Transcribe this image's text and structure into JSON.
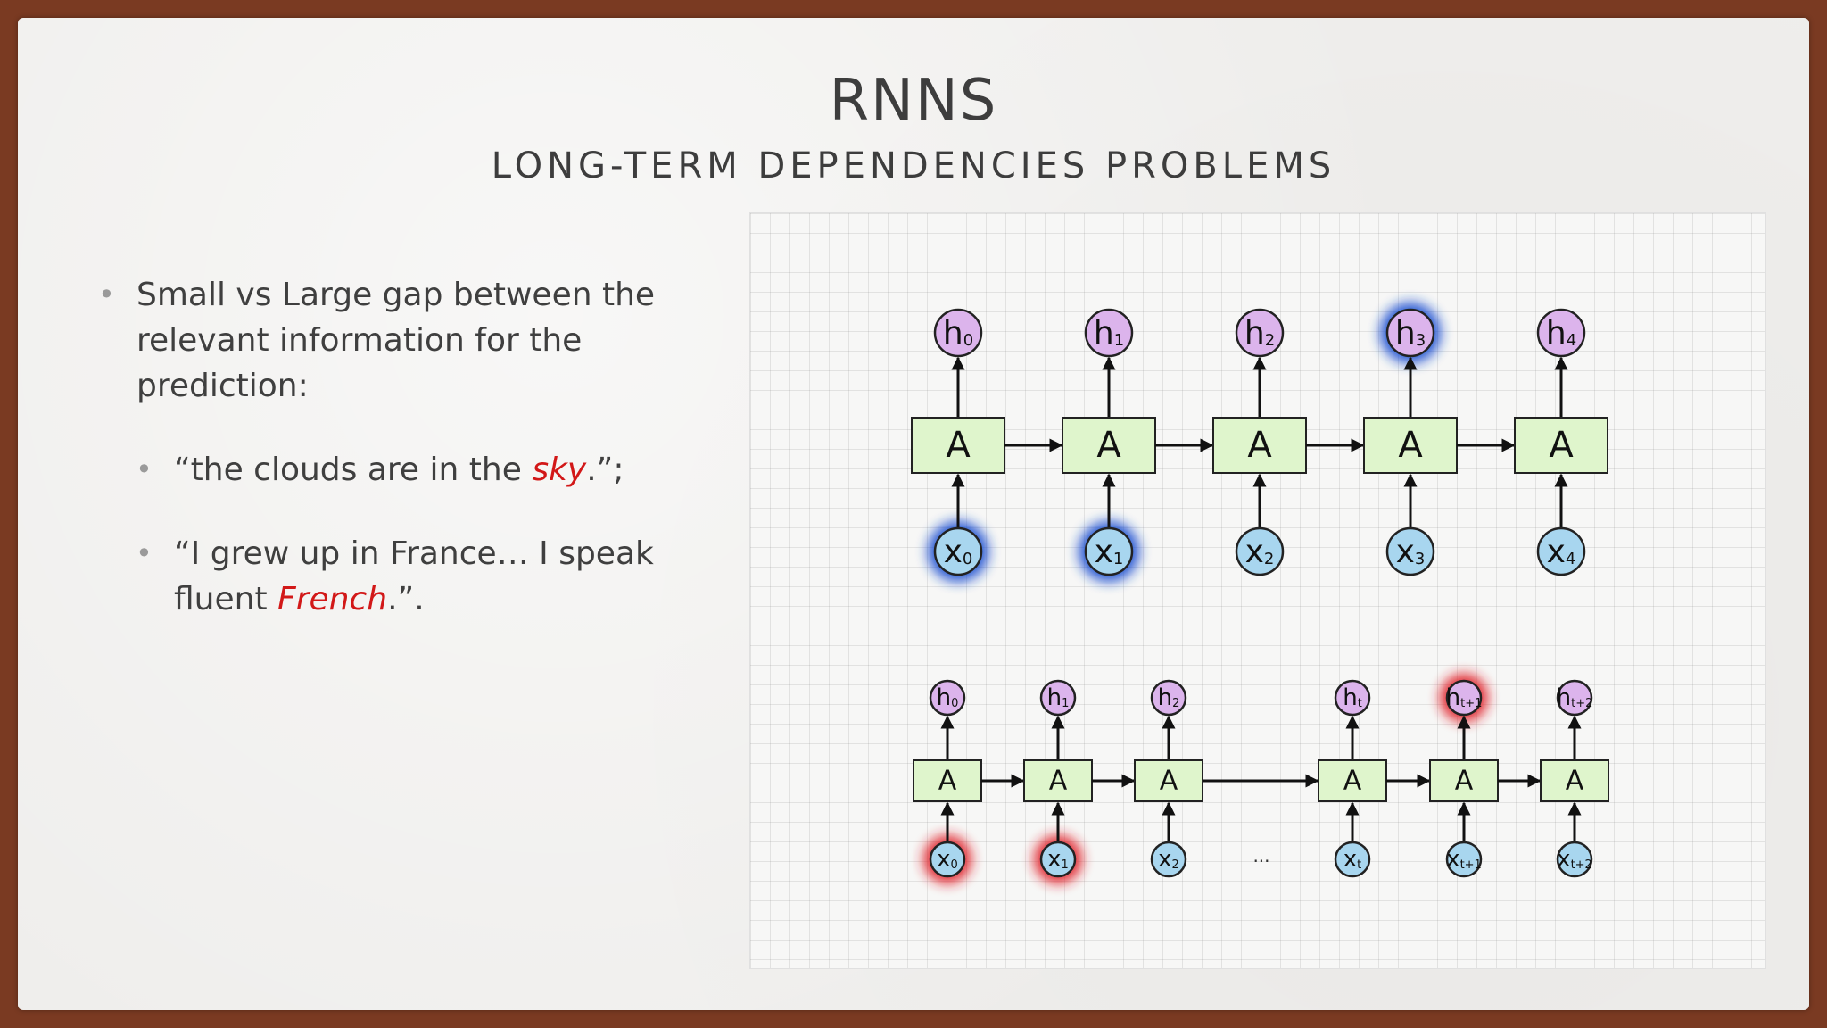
{
  "slide": {
    "title": "RNNS",
    "subtitle": "LONG-TERM DEPENDENCIES PROBLEMS",
    "bullet_main": "Small vs Large gap between the relevant information for the prediction:",
    "sub1_before": "“the clouds are in the ",
    "sub1_highlight": "sky",
    "sub1_after": ".”;",
    "sub2_before": "“I grew up in France… I speak fluent ",
    "sub2_highlight": "French",
    "sub2_after": ".”.",
    "highlight_color": "#d21818"
  },
  "diagram": {
    "cell_label": "A",
    "ellipsis": "...",
    "top_row": [
      {
        "h": "h",
        "hs": "0",
        "x": "x",
        "xs": "0",
        "h_glow": "none",
        "x_glow": "blue"
      },
      {
        "h": "h",
        "hs": "1",
        "x": "x",
        "xs": "1",
        "h_glow": "none",
        "x_glow": "blue"
      },
      {
        "h": "h",
        "hs": "2",
        "x": "x",
        "xs": "2",
        "h_glow": "none",
        "x_glow": "none"
      },
      {
        "h": "h",
        "hs": "3",
        "x": "x",
        "xs": "3",
        "h_glow": "blue",
        "x_glow": "none"
      },
      {
        "h": "h",
        "hs": "4",
        "x": "x",
        "xs": "4",
        "h_glow": "none",
        "x_glow": "none"
      }
    ],
    "bottom_row": [
      {
        "h": "h",
        "hs": "0",
        "x": "x",
        "xs": "0",
        "h_glow": "none",
        "x_glow": "red"
      },
      {
        "h": "h",
        "hs": "1",
        "x": "x",
        "xs": "1",
        "h_glow": "none",
        "x_glow": "red"
      },
      {
        "h": "h",
        "hs": "2",
        "x": "x",
        "xs": "2",
        "h_glow": "none",
        "x_glow": "none"
      },
      {
        "h": "h",
        "hs": "t",
        "x": "x",
        "xs": "t",
        "h_glow": "none",
        "x_glow": "none"
      },
      {
        "h": "h",
        "hs": "t+1",
        "x": "x",
        "xs": "t+1",
        "h_glow": "red",
        "x_glow": "none"
      },
      {
        "h": "h",
        "hs": "t+2",
        "x": "x",
        "xs": "t+2",
        "h_glow": "none",
        "x_glow": "none"
      }
    ],
    "colors": {
      "cell_fill": "#dff5cc",
      "h_fill": "#dcb4ec",
      "x_fill": "#a8d6ef",
      "glow_blue": "#1a4fd0",
      "glow_red": "#e0202a"
    }
  }
}
